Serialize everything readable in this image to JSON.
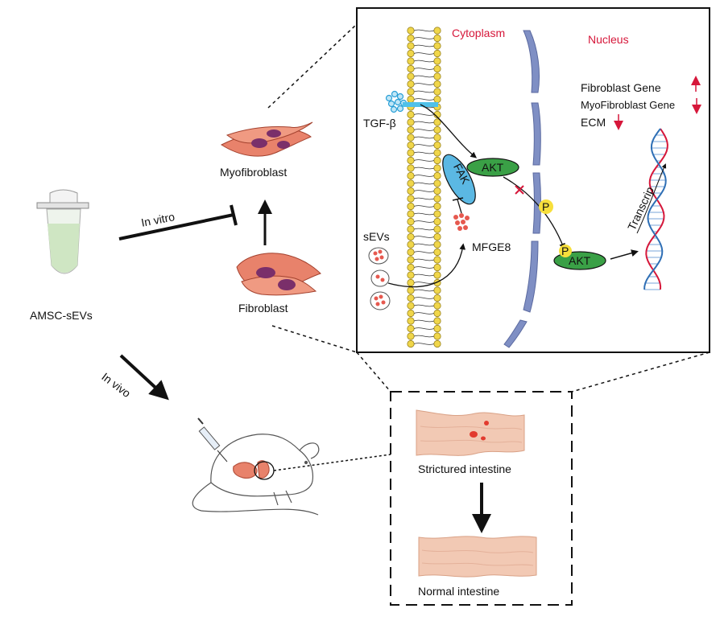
{
  "labels": {
    "tube": "AMSC-sEVs",
    "in_vitro": "In vitro",
    "in_vivo": "In vivo",
    "myofibroblast": "Myofibroblast",
    "fibroblast": "Fibroblast",
    "cytoplasm": "Cytoplasm",
    "nucleus": "Nucleus",
    "tgf": "TGF-β",
    "sevs": "sEVs",
    "mfge8": "MFGE8",
    "fak": "FAK",
    "akt": "AKT",
    "p": "P",
    "akt2": "AKT",
    "p2": "P",
    "fibroblast_gene": "Fibroblast Gene",
    "myofibroblast_gene": "MyoFibroblast Gene",
    "ecm": "ECM",
    "transcrip": "Transcrip",
    "strictured": "Strictured  intestine",
    "normal": "Normal  intestine"
  },
  "colors": {
    "red_label": "#d6173a",
    "akt_green": "#3aa046",
    "fak_blue": "#5bb8e3",
    "p_yellow": "#f7df3c",
    "membrane": "#f0d64a",
    "nucleus_membrane": "#7f8fc4",
    "intestine": "#f2c9b4",
    "ev_red": "#e6594f"
  },
  "icons": [
    "up-arrow-icon",
    "down-arrow-icon"
  ]
}
